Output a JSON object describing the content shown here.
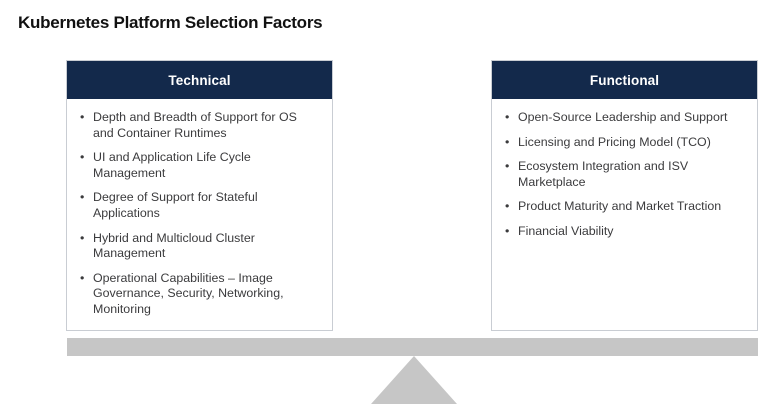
{
  "page": {
    "title": "Kubernetes Platform Selection Factors",
    "bullet_glyph": "•"
  },
  "colors": {
    "header_navy": "#13294B",
    "header_text": "#FFFFFF",
    "body_text": "#3B3B3D",
    "title_text": "#111111",
    "card_border": "#C9CDD3",
    "balance_grey": "#C6C6C6",
    "background": "#FFFFFF"
  },
  "cards": [
    {
      "id": "technical",
      "header": "Technical",
      "items": [
        "Depth and Breadth of Support for OS and Container Runtimes",
        "UI and Application Life Cycle Management",
        "Degree of Support for Stateful Applications",
        "Hybrid and Multicloud Cluster Management",
        "Operational Capabilities – Image Governance, Security, Networking, Monitoring"
      ]
    },
    {
      "id": "functional",
      "header": "Functional",
      "items": [
        "Open-Source Leadership and Support",
        "Licensing and Pricing Model (TCO)",
        "Ecosystem Integration and ISV Marketplace",
        "Product Maturity and Market Traction",
        "Financial Viability"
      ]
    }
  ],
  "balance": {
    "beam_label": "balance-beam",
    "fulcrum_label": "balance-fulcrum"
  }
}
